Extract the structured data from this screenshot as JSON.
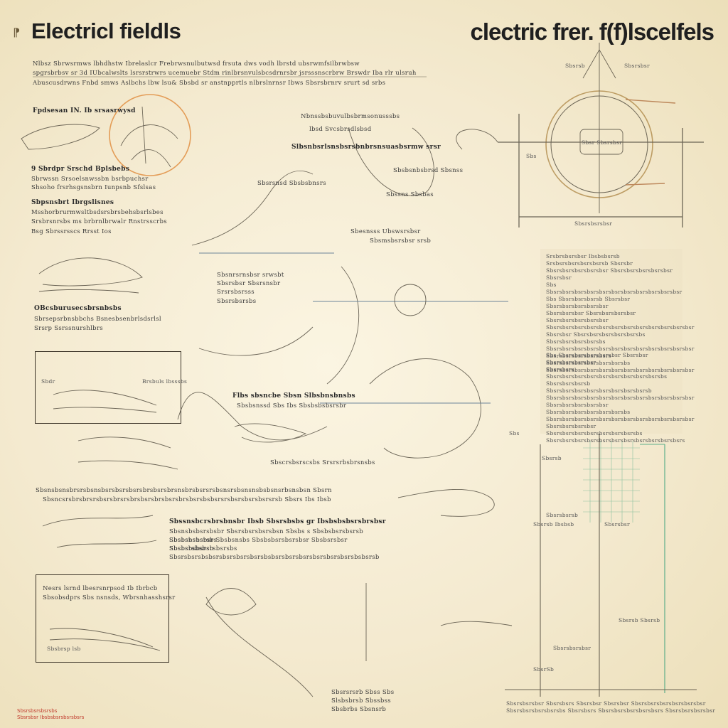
{
  "titles": {
    "left": "Electricl fieldls",
    "right": "clectric frer. f(f)lscelfels",
    "corner_mark": "⁋"
  },
  "intro": {
    "line1": "Nlbsz Sbrwsrmws lbhdhstw Ibrelaslcr Frebrwsnulbutwsd frsuta dws vodh lbrstd ubsrwmfsilbrwbsw",
    "line2": "spgrsbrbsv sr 3d IUbcalwslts  lsrsrstrwrs ucemuebr Stdm rinlbrsnvulsbcsdrnrsbr jsrsssnscrbrw Brswdr Iba rlr ulsruh",
    "line3": "Abuscusdrwns Fnbd smws Aslbchs lbw lsu& Sbsbd sr anstnpprtls nlbrslnrnsr Ibws Sbsrsbrnrv srurt sd srbs"
  },
  "left_col": {
    "label1": "Fpdsesan IN. Ib srsasrwysd",
    "label2a": "9 Sbrdpr Srschd Bplsbebs",
    "label2b": "Sbrwssn Srsoelsnwssbn bsrbpuchsr",
    "label2c": "Shsoho frsrhsgsnsbrn  Iunpsnb Sfslsas",
    "label3a": "Sbpsnsbrt Ibrgslisnes",
    "label3b": "Msshorbrurmwsltbsdsrsbrsbehsbsrlsbes",
    "label3c": "Srsbrsnrsbs ms brbrnlbrwalr Rnstrsscrbs",
    "label3d": "Bsg  Sbrssrsscs Rrsst Ios",
    "label4a": "OBcsburusecsbrsnbsbs",
    "label4b": "Sbrsepsrbnsbbchs Bsnesbsenbrlsdsrlsl",
    "label4c": "Srsrp Ssrssnurshlbrs"
  },
  "left_box1": {
    "label_a": "Sbdr",
    "label_b": "Brsbuls lbsssbs"
  },
  "left_box2": {
    "line1": "Nesrs lsrnd lbesrsnrpsod Ib Ibrbcb",
    "line2": "Sbsobsdprs Sbs nsnsds, Wbrsnhasshsrsr",
    "label": "Sbsbrsp lsb"
  },
  "center": {
    "label_a": "Nbnssbsbuvulbsbrmsonusssbs",
    "label_b": "lbsd Svcsbrsdlsbsd",
    "label_c": "Slbsnbsrlsnsbsrsbnbrsnsuasbsrmw srsr",
    "label_d": "Sbsbsnbsbrsd Sbsnss",
    "label_e": "Sbsrsnsd Sbsbsbnsrs",
    "label_f": "Sbssns Sbsbas",
    "label_g": "Sbesnsss Ubswsrsbsr",
    "label_h": "Sbsmsbsrsbsr srsb",
    "label_i": "Sbsnrsrnsbsr srwsbt",
    "label_j": "Sbsrsbsr Sbsrsnsbr",
    "label_k": "Srsrsbsrsss",
    "label_l": "Sbsrsbsrsbs",
    "label_m": "Sbscrsbsrscsbs Srsrsrbsbrsnsbs",
    "label_n": "Sbsrsrsrb Sbss   Sbs",
    "label_o": "Slsbsbrsb Sbssbss",
    "label_p": "Sbsbrbs Sbsnsrb",
    "mid_heading": "Flbs sbsncbe Sbsn  Slbsbnsbnsbs",
    "mid_sub": "Sbsbsnssd Sbs  Ibs Sbsbsbsbsrsbr",
    "long1": "Sbsnsbsnsbrsrsbsnsbsrsbsrsbsrsbrsbsrsbrsnsbrsbsrsrsbsnsrsbsnsnsbsbsnsrbsnsbsn  Sbsrn",
    "long2": "Sbsncsrsbrsbrsrsbsrsbrsrsbrsbsrsbrsbsrsbrsbsrsbsbsrsrsbsrsbsrsbsrsrsb Sbsrs Ibs Ibsb",
    "heading2": "Sbssnsbcrsbrsbnsbr Ibsb Sbsrsbsbs  gr Ibsbsbsbsrsbrsbsr",
    "para2_1": "Sbsnsbsbsrsbsbr Sbsrsbsrsbsrsbsn Sbsbs s  Sbsbsbsrsbsrsb Sbsbsnsbsrsbs",
    "para2_2": "Sbsbsbsnsbsr Sbsbsnsbs Sbsbsbsrsbsrsbsr Sbsbsrsbsr Sbsbsrsbsbsrsbsrsbs",
    "para2_3": "Sbsbsbsbsrsb Sbsrsbsrsbsbsrsbsrsbsrsbsrsbsbsrsbsrsbsrsbsrsbsrsbsrsbsbsrsb"
  },
  "right_panel": {
    "p1": "Srsbrsbsrsbsr Ibsbsbsrsb Srsbsrsbsrsbsrsbsrsb Sbsrsbr\nSbsrsbsrsbsrsbsrsbsr Sbsrsbsrsbsrsbsrsbsr Sbsrsbsr\nSbs Sbsrsbsrsbsrsbsrsbsrsbsrsbsrsbsrsbsrsbsrsbsr\nSbs Sbsrsbsrsbsrsb Sbsrsbsr Sbsrsbsrsbsrsbsrsbsr\nSbsrsbsrsbsr Sbsrsbsrsbsrsbsr Sbsrsbsrsbsrsbsrsbsr\nSbsrsbsrsbsrsbsrsbsrsbsrsbsrsbsrsbsrsbsrsbsrsbsr\nSbsrsbsr Sbsrsbsrsbsrsbsrsbsrsbs Sbsrsbsrsbsrsbsrsbs\nSbsrsbsrsbsrsbsrsbsrsbsrsbsrsbsrsbsrsbsrsbsrsbsr\nSbsrsbsrsbsrsbsrsbsrs Sbsrsbsrsbsrsbsrsbsrsbsrsbs\nSbsrsbsrsbsrsbsrsbsrsbsrsbsrsbsrsbsrsbsrsbsrsbsr",
    "p2": "Sbs Sbsrsbsrsbsrsbsrsbsr Sbsrsbsr Sbsrsbsrsbsrsbsr\nSbsrsbsrs Sbsrsbsrsbsrsbsrsbsrsbsrsbsrsbsrsbsrsbs\nSbsrsbsrsbsrsb Sbsrsbsrsbsrsbsrsbsrsbsrsbsrsbsrsb\nSbsrsbsrsbsrsbsrsbsrsbsrsbsrsbsrsbsrsbsrsbsrsbsr\nSbsrsbsrsbsrsbsrsbsr Sbsrsbsrsbsrsbsrsbsrsbsrsbs\nSbsrsbsrsbsrsbsrsbsrsbsrsbsrsbsrsbsrsbsrsbsrsbsr\nSbsrsbsrsbsrsbsr Sbsrsbsrsbsrsbsrsbsrsbsrsbsrsbs\nSbsrsbsrsbsrsbsrsbsrsbsrsbsrsbsrsbsrsbsrsbsrs"
  },
  "right_lower": {
    "label_a": "Sbsrsb",
    "label_b": "Sbs",
    "label_c": "Sbsrsbsrsb",
    "label_d": "Sbsrsb Ibsbsb",
    "label_e": "Sbsrsbsr",
    "label_f": "Sbsrsb Sbsrsb",
    "label_g": "Sbsrsbsrsbsr",
    "label_h": "SbsrSb",
    "bottom": "Sbsrsbsrsbsr Sbsrsbsrs  Sbsrsbsr Sbsrsbsr Sbsrsbsrsbsrsbsrsbsrsbsr\nSbsrsbsrsbsrsbsrsbs Sbsrsbsrs Sbsrsbsrsbsrsbsrsbsrs Sbsrsbsrsbsrsbsr"
  },
  "top_right_labels": {
    "a": "Sbsrsb",
    "b": "Sbsrsbsr",
    "c": "Sbs",
    "d": "Sbsr Sbsrsbsr",
    "e": "Sbsrsbsrsbsr"
  },
  "footnote": "Sbsrsbsrsbsrsbs\nSbsrsbsr Ibsbsbsrsbsrsbsrs",
  "colors": {
    "paper": "#f1e6c4",
    "ink": "#2a2a2a",
    "accent_orange": "#e08a3a",
    "accent_blue": "#4a6a8a",
    "accent_green": "#3aa07a",
    "accent_red": "#c0392b"
  }
}
